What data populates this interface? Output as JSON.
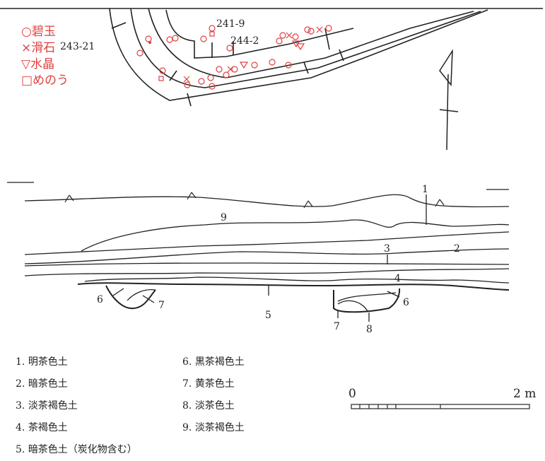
{
  "plan": {
    "labels": {
      "a": "241-9",
      "b": "244-2",
      "c": "243-21"
    },
    "legend": [
      {
        "symbol": "○",
        "name": "碧玉"
      },
      {
        "symbol": "×",
        "name": "滑石"
      },
      {
        "symbol": "▽",
        "name": "水晶"
      },
      {
        "symbol": "□",
        "name": "めのう"
      }
    ],
    "legend_color": "#e04040"
  },
  "section": {
    "numbers": [
      "1",
      "9",
      "2",
      "3",
      "4",
      "6",
      "7",
      "5",
      "7",
      "8",
      "6"
    ]
  },
  "layers_left": [
    {
      "num": "1.",
      "text": "明茶色土"
    },
    {
      "num": "2.",
      "text": "暗茶色土"
    },
    {
      "num": "3.",
      "text": "淡茶褐色土"
    },
    {
      "num": "4.",
      "text": "茶褐色土"
    },
    {
      "num": "5.",
      "text": "暗茶色土（炭化物含む）"
    }
  ],
  "layers_right": [
    {
      "num": "6.",
      "text": "黒茶褐色土"
    },
    {
      "num": "7.",
      "text": "黄茶色土"
    },
    {
      "num": "8.",
      "text": "淡茶色土"
    },
    {
      "num": "9.",
      "text": "淡茶褐色土"
    }
  ],
  "scale": {
    "start": "0",
    "end": "2 m"
  }
}
